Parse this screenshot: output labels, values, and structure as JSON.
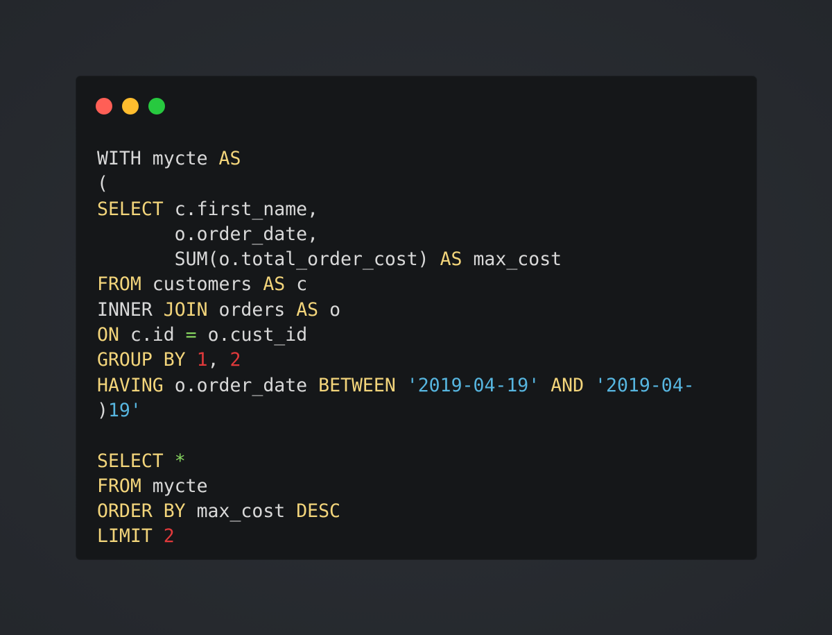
{
  "window": {
    "controls": [
      {
        "name": "close",
        "color": "#ff5f56"
      },
      {
        "name": "minimize",
        "color": "#ffbd2e"
      },
      {
        "name": "maximize",
        "color": "#27c93f"
      }
    ]
  },
  "syntax_colors": {
    "text": "#d9d9d9",
    "keyword": "#f3d57b",
    "number": "#e0393b",
    "string": "#57b6e0",
    "operator": "#86d45f",
    "background": "#151719"
  },
  "code": {
    "lines": [
      [
        {
          "t": "WITH mycte "
        },
        {
          "t": "AS",
          "k": "kw"
        }
      ],
      [
        {
          "t": "("
        }
      ],
      [
        {
          "t": "SELECT",
          "k": "kw"
        },
        {
          "t": " c.first_name,"
        }
      ],
      [
        {
          "t": "       o.order_date,"
        }
      ],
      [
        {
          "t": "       SUM(o.total_order_cost) "
        },
        {
          "t": "AS",
          "k": "kw"
        },
        {
          "t": " max_cost"
        }
      ],
      [
        {
          "t": "FROM",
          "k": "kw"
        },
        {
          "t": " customers "
        },
        {
          "t": "AS",
          "k": "kw"
        },
        {
          "t": " c"
        }
      ],
      [
        {
          "t": "INNER "
        },
        {
          "t": "JOIN",
          "k": "kw"
        },
        {
          "t": " orders "
        },
        {
          "t": "AS",
          "k": "kw"
        },
        {
          "t": " o"
        }
      ],
      [
        {
          "t": "ON",
          "k": "kw"
        },
        {
          "t": " c.id "
        },
        {
          "t": "=",
          "k": "op"
        },
        {
          "t": " o.cust_id"
        }
      ],
      [
        {
          "t": "GROUP BY",
          "k": "kw"
        },
        {
          "t": " "
        },
        {
          "t": "1",
          "k": "num"
        },
        {
          "t": ", "
        },
        {
          "t": "2",
          "k": "num"
        }
      ],
      [
        {
          "t": "HAVING",
          "k": "kw"
        },
        {
          "t": " o.order_date "
        },
        {
          "t": "BETWEEN",
          "k": "kw"
        },
        {
          "t": " "
        },
        {
          "t": "'2019-04-19'",
          "k": "str"
        },
        {
          "t": " "
        },
        {
          "t": "AND",
          "k": "kw"
        },
        {
          "t": " "
        },
        {
          "t": "'2019-04-",
          "k": "str"
        }
      ],
      [
        {
          "t": ")"
        },
        {
          "t": "19'",
          "k": "str"
        }
      ],
      [],
      [
        {
          "t": "SELECT",
          "k": "kw"
        },
        {
          "t": " "
        },
        {
          "t": "*",
          "k": "op"
        }
      ],
      [
        {
          "t": "FROM",
          "k": "kw"
        },
        {
          "t": " mycte"
        }
      ],
      [
        {
          "t": "ORDER BY",
          "k": "kw"
        },
        {
          "t": " max_cost "
        },
        {
          "t": "DESC",
          "k": "kw"
        }
      ],
      [
        {
          "t": "LIMIT",
          "k": "kw"
        },
        {
          "t": " "
        },
        {
          "t": "2",
          "k": "num"
        }
      ]
    ]
  }
}
